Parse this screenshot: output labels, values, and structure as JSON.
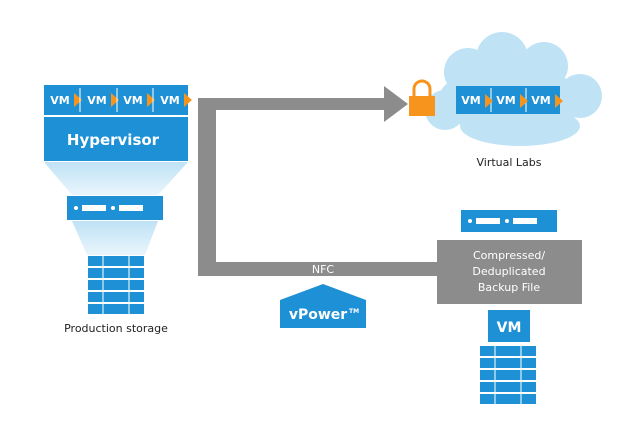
{
  "left_vms": [
    {
      "label": "VM"
    },
    {
      "label": "VM"
    },
    {
      "label": "VM"
    },
    {
      "label": "VM"
    }
  ],
  "hypervisor_label": "Hypervisor",
  "production_storage_label": "Production storage",
  "lab_vms": [
    {
      "label": "VM"
    },
    {
      "label": "VM"
    },
    {
      "label": "VM"
    }
  ],
  "virtual_labs_label": "Virtual Labs",
  "nfc_label": "NFC",
  "backup_file_lines": [
    "Compressed/",
    "Deduplicated",
    "Backup File"
  ],
  "backup_vm_label": "VM",
  "vpower_label": "vPower",
  "vpower_tm": "TM",
  "colors": {
    "blue": "#1e90d6",
    "dark_blue": "#1a78b5",
    "orange": "#f7941d",
    "gray": "#8c8c8c",
    "light_blue": "#c6e4f4",
    "cloud": "#bfe3f5"
  },
  "icons": [
    "server-icon",
    "storage-stack-icon",
    "cloud-icon",
    "lock-icon",
    "arrow-right-icon"
  ]
}
